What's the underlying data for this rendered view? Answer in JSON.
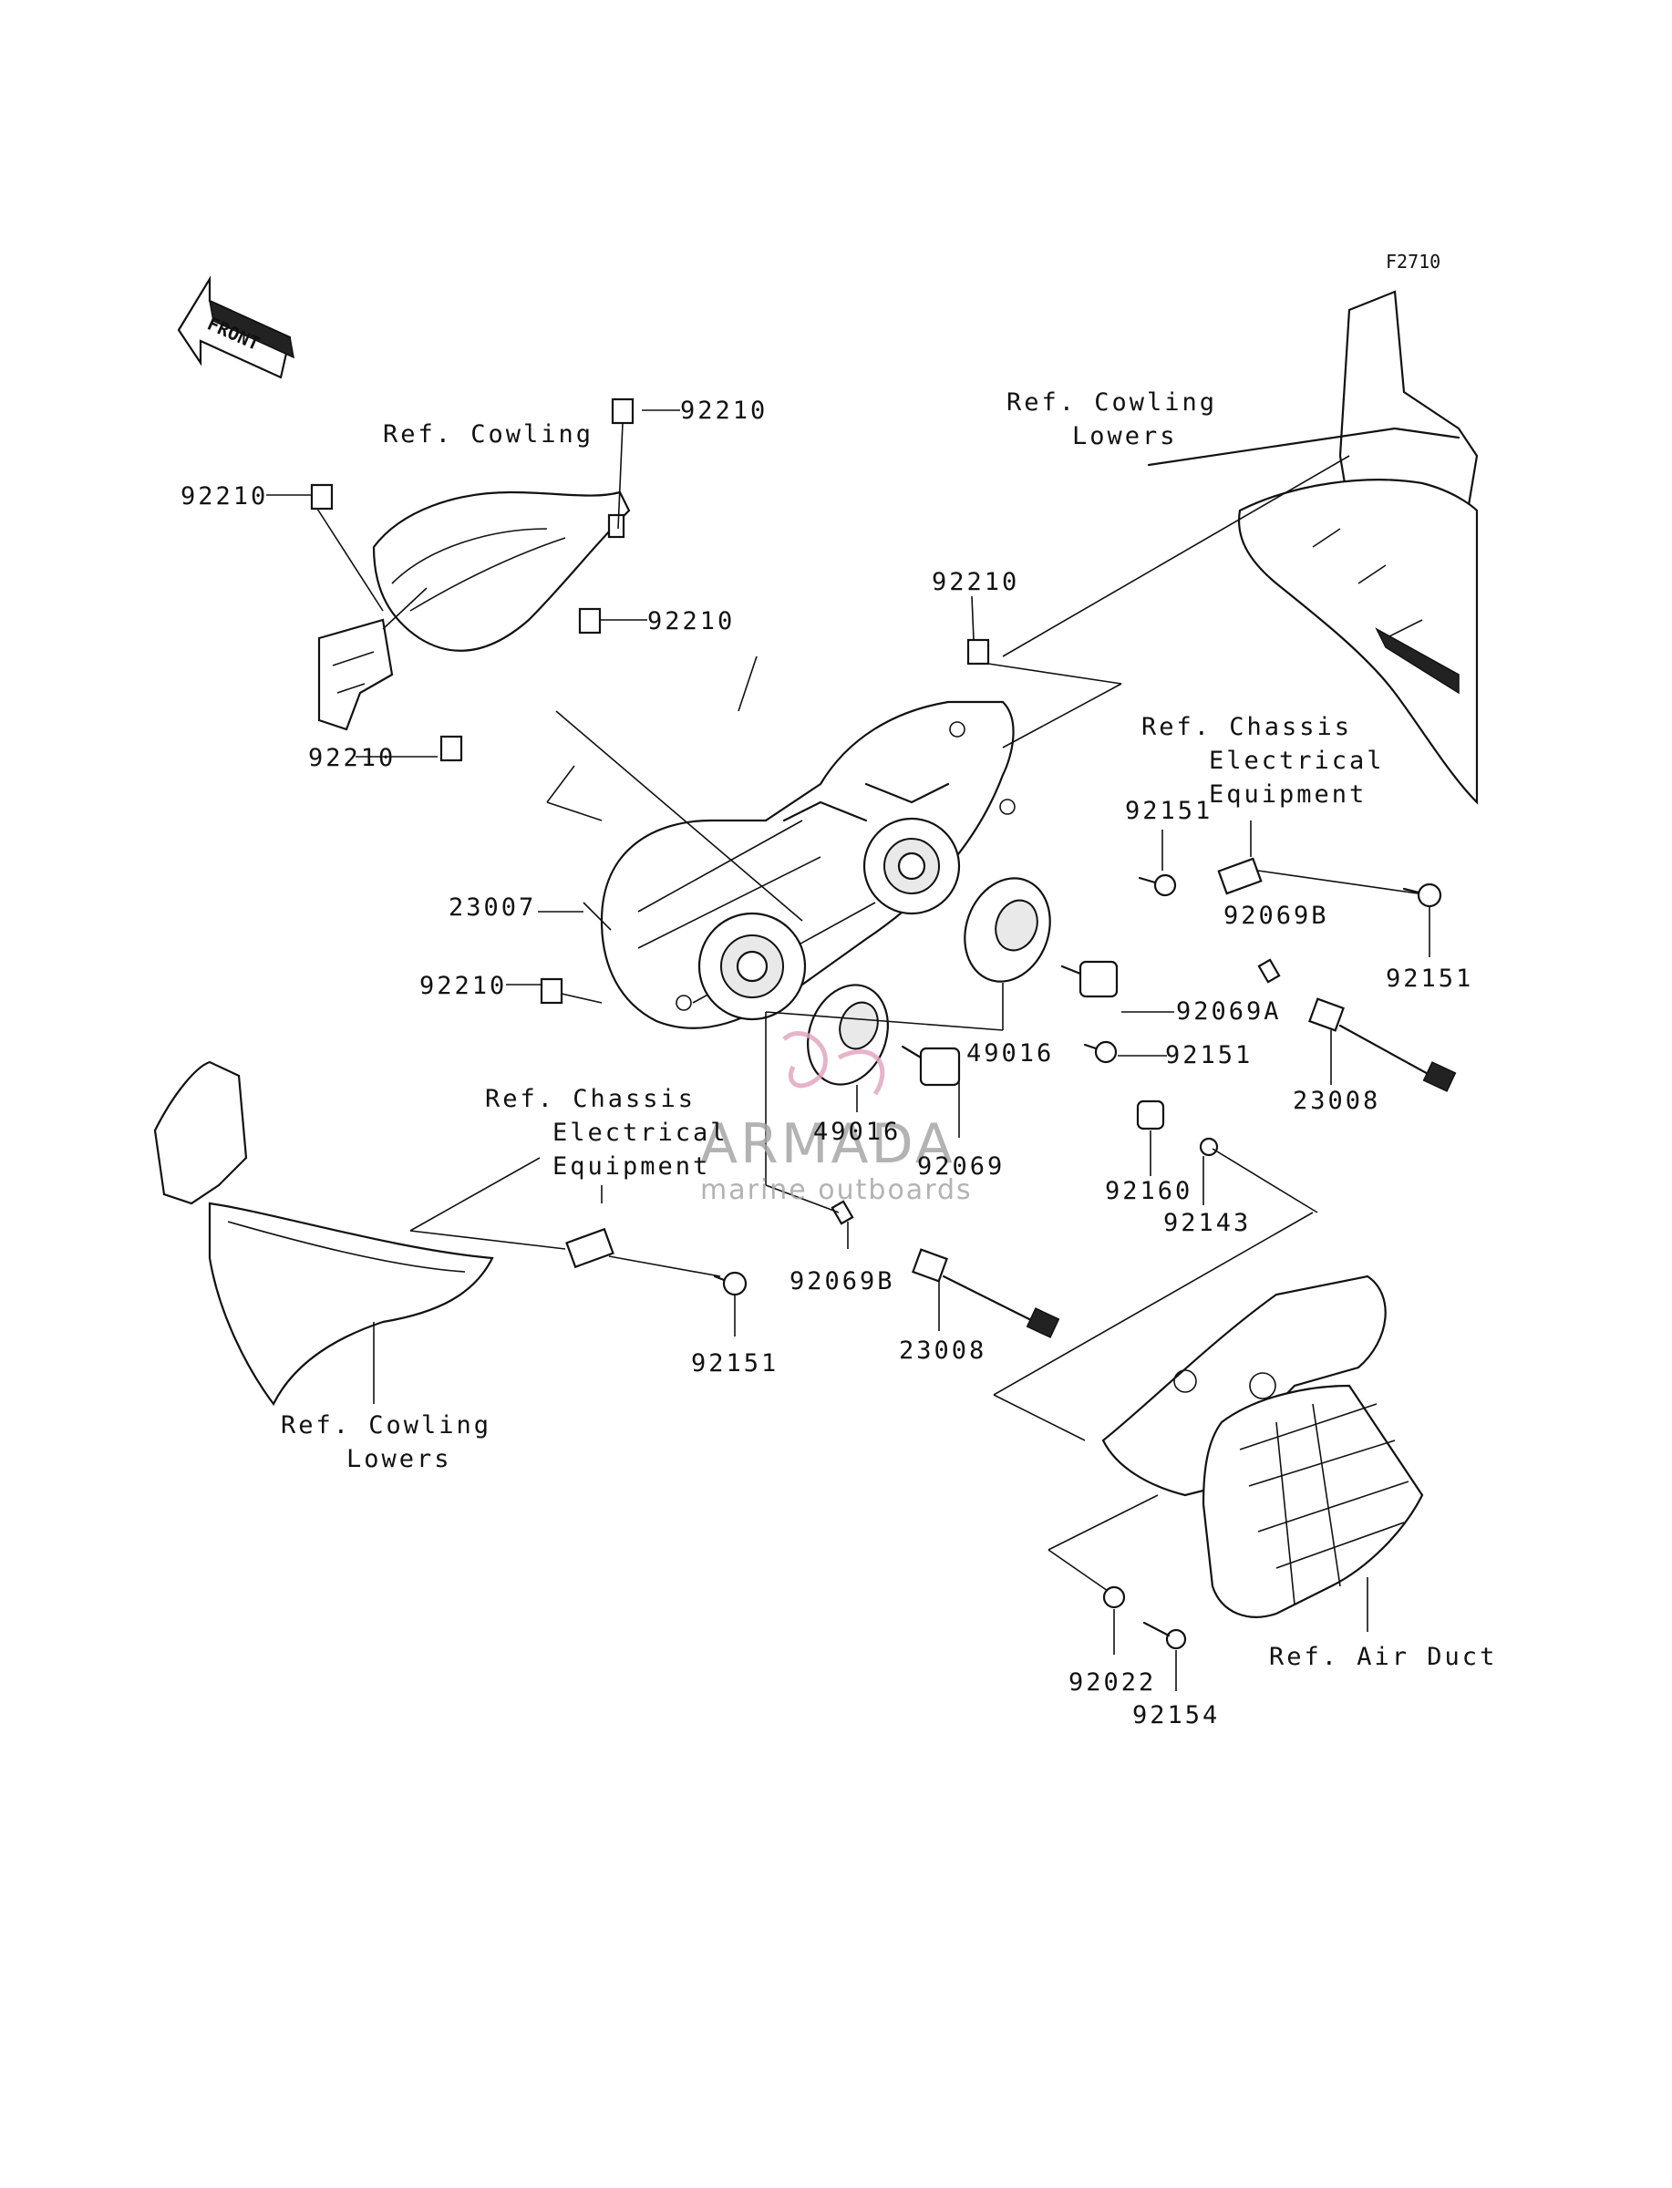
{
  "figure_code": "F2710",
  "front_arrow_label": "FRONT",
  "labels": {
    "ref_cowling": "Ref. Cowling",
    "ref_cowling_lowers_top_1": "Ref. Cowling",
    "ref_cowling_lowers_top_2": "Lowers",
    "ref_cowling_lowers_bottom_1": "Ref. Cowling",
    "ref_cowling_lowers_bottom_2": "Lowers",
    "ref_chassis_right_1": "Ref. Chassis",
    "ref_chassis_right_2": "Electrical",
    "ref_chassis_right_3": "Equipment",
    "ref_chassis_left_1": "Ref. Chassis",
    "ref_chassis_left_2": "Electrical",
    "ref_chassis_left_3": "Equipment",
    "ref_air_duct": "Ref. Air Duct"
  },
  "part_numbers": {
    "p92210_top": "92210",
    "p92210_left": "92210",
    "p92210_mid": "92210",
    "p92210_right": "92210",
    "p92210_lower": "92210",
    "p92210_bottom_left": "92210",
    "p23007": "23007",
    "p92151_upper": "92151",
    "p92069B_right": "92069B",
    "p92151_right": "92151",
    "p92069A": "92069A",
    "p92151_mid": "92151",
    "p49016_right": "49016",
    "p23008_right": "23008",
    "p49016_left": "49016",
    "p92069": "92069",
    "p92160": "92160",
    "p92143": "92143",
    "p92069B_left": "92069B",
    "p23008_left": "23008",
    "p92151_left": "92151",
    "p92022": "92022",
    "p92154": "92154"
  },
  "watermark": {
    "brand": "ARMADA",
    "tagline": "marine outboards",
    "color": "#e3a6c3"
  }
}
